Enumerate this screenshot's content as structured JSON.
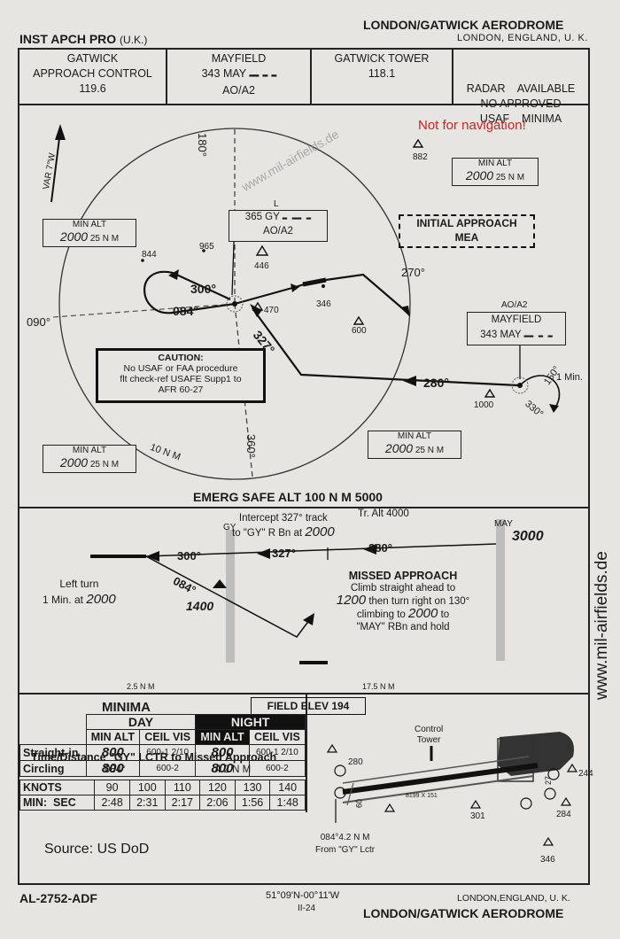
{
  "header": {
    "title_left": "INST APCH PRO",
    "title_left_suffix": "(U.K.)",
    "title_right": "LONDON/GATWICK AERODROME",
    "subtitle_right": "LONDON, ENGLAND, U. K."
  },
  "freq_boxes": [
    {
      "line1": "GATWICK",
      "line2": "APPROACH CONTROL",
      "line3": "119.6"
    },
    {
      "line1": "MAYFIELD",
      "line2": "343 MAY",
      "line3": "AO/A2"
    },
    {
      "line1": "GATWICK TOWER",
      "line2": "118.1",
      "line3": ""
    },
    {
      "line1": "RADAR    AVAILABLE",
      "line2": "NO APPROVED",
      "line3": "USAF    MINIMA"
    }
  ],
  "plan": {
    "watermark_top": "Not for navigation!",
    "watermark_diag": "www.mil-airfields.de",
    "var_label": "VAR 7°W",
    "min_alt_label": "MIN ALT",
    "min_alt_value": "2000",
    "min_alt_unit": "25 N M",
    "initial_approach_line1": "INITIAL APPROACH",
    "initial_approach_line2": "MEA",
    "gy_box_line0": "L",
    "gy_box_line1": "365 GY",
    "gy_box_line2": "AO/A2",
    "may_box_line1": "AO/A2",
    "may_box_line0": "MAYFIELD",
    "may_box_line2": "343 MAY",
    "caution_title": "CAUTION:",
    "caution_line1": "No USAF or FAA procedure",
    "caution_line2": "flt check-ref USAFE Supp1 to",
    "caution_line3": "AFR 60-27",
    "brg_180": "180°",
    "brg_270": "270°",
    "brg_090": "090°",
    "brg_360": "360°",
    "brg_300": "300°",
    "brg_084": "084°",
    "brg_327": "327°",
    "brg_280": "280°",
    "brg_150": "150°",
    "brg_330": "330°",
    "one_min": "1 Min.",
    "ten_nm": "10 N M",
    "elev_882": "882",
    "elev_844": "844",
    "elev_965": "965",
    "elev_446": "446",
    "elev_470": "470",
    "elev_346": "346",
    "elev_600": "600",
    "elev_1000": "1000"
  },
  "profile": {
    "emerg": "EMERG SAFE ALT 100 N M 5000",
    "intercept_line1": "Intercept 327° track",
    "intercept_line2": "to \"GY\" R Bn at",
    "intercept_alt": "2000",
    "tr_alt": "Tr. Alt 4000",
    "gy": "GY",
    "may": "MAY",
    "may_alt": "3000",
    "brg_300": "300°",
    "brg_327": "327°",
    "brg_280": "280°",
    "brg_084": "084°",
    "alt_1400": "1400",
    "left_turn_line1": "Left turn",
    "left_turn_line2": "1 Min. at",
    "left_turn_alt": "2000",
    "missed_title": "MISSED APPROACH",
    "missed_line1": "Climb straight ahead to",
    "missed_alt1": "1200",
    "missed_line2": "then turn right on 130°",
    "missed_line3": "climbing to",
    "missed_alt2": "2000",
    "missed_line3b": "to",
    "missed_line4": "\"MAY\" RBn and hold",
    "dist_left": "2.5 N M",
    "dist_right": "17.5 N M"
  },
  "minima": {
    "title": "MINIMA",
    "field_elev": "FIELD ELEV 194",
    "day": "DAY",
    "night": "NIGHT",
    "cols": [
      "MIN ALT",
      "CEIL VIS",
      "MIN ALT",
      "CEIL VIS"
    ],
    "rows": [
      {
        "label": "Straight-in",
        "day_alt": "800",
        "day_ceil": "600-1 2/10",
        "night_alt": "800",
        "night_ceil": "600-1 2/10"
      },
      {
        "label": "Circling",
        "day_alt": "800",
        "day_ceil": "600-2",
        "night_alt": "800",
        "night_ceil": "600-2"
      }
    ],
    "td_title": "Time/Distance \"GY\" LCTR to Missed Approach",
    "td_brg": "084°",
    "td_dist": "4.2 N M",
    "knots_label": "KNOTS",
    "sec_label": "MIN:  SEC",
    "knots": [
      "90",
      "100",
      "110",
      "120",
      "130",
      "140"
    ],
    "times": [
      "2:48",
      "2:31",
      "2:17",
      "2:06",
      "1:56",
      "1:48"
    ]
  },
  "airport": {
    "control_tower_line1": "Control",
    "control_tower_line2": "Tower",
    "runway_dims": "8199 X 151",
    "rwy_27": "27",
    "rwy_09": "09",
    "elev_280": "280",
    "elev_244": "244",
    "elev_301": "301",
    "elev_284": "284",
    "elev_346": "346",
    "brg_line1": "084°4.2 N M",
    "brg_line2": "From \"GY\" Lctr"
  },
  "source": "Source: US DoD",
  "side_watermark": "www.mil-airfields.de",
  "footer": {
    "id": "AL-2752-ADF",
    "coords": "51°09'N-00°11'W",
    "page": "II-24",
    "location": "LONDON,ENGLAND, U. K.",
    "name": "LONDON/GATWICK AERODROME"
  },
  "colors": {
    "ink": "#1a1a1a",
    "paper": "#e6e5e1",
    "warning": "#d42020"
  }
}
